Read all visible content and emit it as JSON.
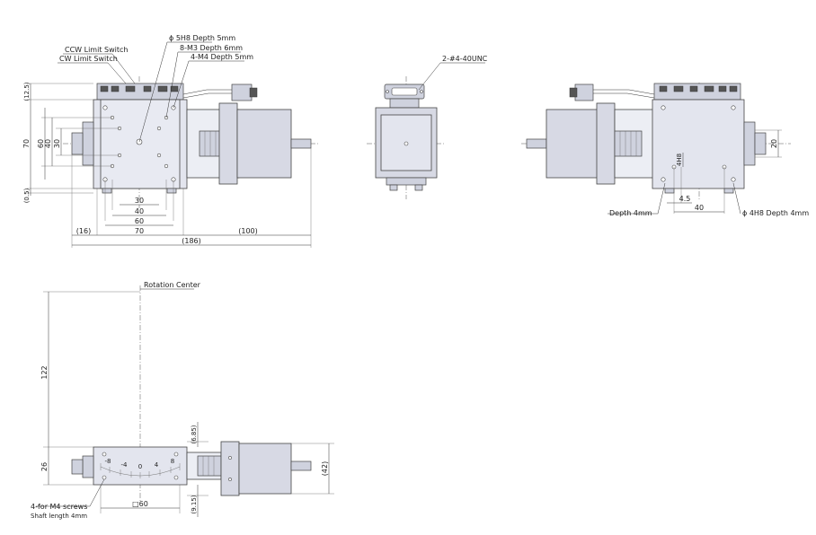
{
  "front_view": {
    "callouts": {
      "ccw_limit": "CCW Limit Switch",
      "cw_limit": "CW Limit Switch",
      "hole_5h8": "ϕ 5H8 Depth 5mm",
      "m3_holes": "8-M3 Depth 6mm",
      "m4_holes": "4-M4 Depth 5mm"
    },
    "dims": {
      "h_70": "70",
      "h_60": "60",
      "h_40": "40",
      "h_30": "30",
      "top_12_5": "(12.5)",
      "bot_0_5": "(0.5)",
      "w_30": "30",
      "w_40": "40",
      "w_60": "60",
      "w_70": "70",
      "w_16": "(16)",
      "w_100": "(100)",
      "w_186": "(186)"
    }
  },
  "end_view": {
    "callouts": {
      "unc": "2-#4-40UNC"
    }
  },
  "back_view": {
    "callouts": {
      "depth4": "Depth 4mm",
      "h8": "ϕ 4H8 Depth 4mm"
    },
    "dims": {
      "v_4h8": "4H8",
      "w_4_5": "4.5",
      "w_40": "40",
      "h_20": "20"
    }
  },
  "side_view": {
    "callouts": {
      "rotation_center": "Rotation Center",
      "screws_line1": "4-for M4 screws",
      "screws_line2": "Shaft length 4mm"
    },
    "dims": {
      "h_122": "122",
      "h_26": "26",
      "h_6_85": "(6.85)",
      "h_9_15": "(9.15)",
      "h_42": "(42)",
      "w_60": "□60"
    },
    "scale_labels": [
      "-8",
      "-4",
      "0",
      "4",
      "8"
    ]
  },
  "colors": {
    "body_fill": "#e3e5ee",
    "motor_fill": "#d7d9e4",
    "line": "#444444"
  }
}
